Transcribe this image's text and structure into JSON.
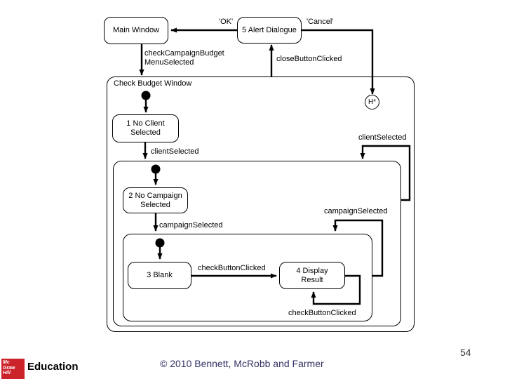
{
  "slide": {
    "page_number": "54",
    "copyright": "© 2010 Bennett, McRobb and Farmer"
  },
  "logo": {
    "mc": "Mc",
    "graw": "Graw",
    "hill": "Hill",
    "brand": "Education",
    "red": "#cc2229"
  },
  "diagram": {
    "title": "Check Budget Window",
    "states": {
      "main_window": "Main Window",
      "alert_dialogue": "5 Alert Dialogue",
      "no_client": "1 No Client\nSelected",
      "no_campaign": "2 No Campaign\nSelected",
      "blank": "3 Blank",
      "display_result": "4 Display\nResult",
      "history": "H*"
    },
    "labels": {
      "ok": "'OK'",
      "cancel": "'Cancel'",
      "menu_selected": "checkCampaignBudget\nMenuSelected",
      "close_button_clicked": "closeButtonClicked",
      "client_selected_inner": "clientSelected",
      "client_selected_loop": "clientSelected",
      "campaign_selected_inner": "campaignSelected",
      "campaign_selected_loop": "campaignSelected",
      "check_button_clicked": "checkButtonClicked",
      "check_button_clicked_loop": "checkButtonClicked"
    },
    "colors": {
      "line": "#000000",
      "footer_text": "#333366"
    }
  }
}
